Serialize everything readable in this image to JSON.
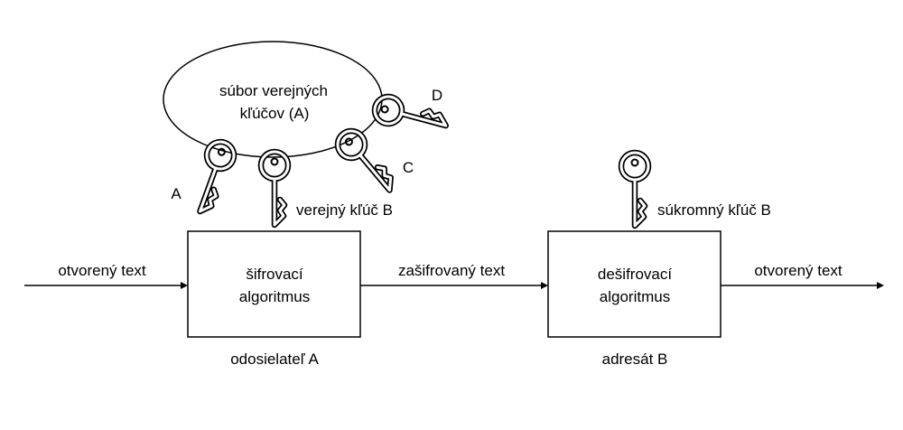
{
  "diagram": {
    "keyset_label_line1": "súbor verejných",
    "keyset_label_line2": "kľúčov (A)",
    "key_labels": {
      "a": "A",
      "c": "C",
      "d": "D"
    },
    "public_key_label": "verejný kľúč B",
    "private_key_label": "súkromný kľúč B",
    "input_text_label": "otvorený text",
    "encrypted_text_label": "zašifrovaný text",
    "output_text_label": "otvorený text",
    "encrypt_box": {
      "line1": "šifrovací",
      "line2": "algoritmus",
      "caption": "odosielateľ A"
    },
    "decrypt_box": {
      "line1": "dešifrovací",
      "line2": "algoritmus",
      "caption": "adresát B"
    },
    "colors": {
      "stroke": "#000000",
      "background": "#ffffff"
    },
    "icons": [
      "key-icon"
    ]
  }
}
